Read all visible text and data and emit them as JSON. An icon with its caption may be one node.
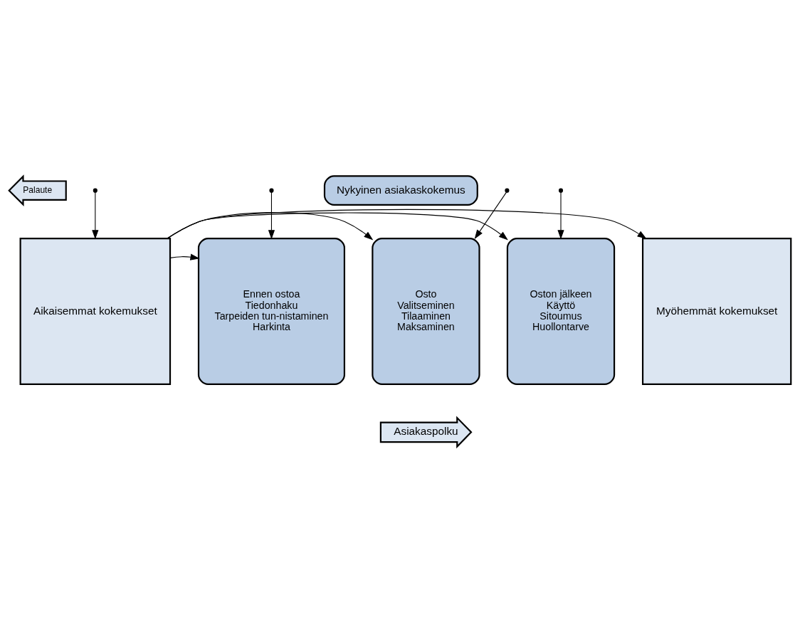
{
  "diagram": {
    "nodes": [
      {
        "text": [
          "Palaute"
        ]
      },
      {
        "text": [
          "Nykyinen asiakaskokemus"
        ]
      },
      {
        "text": [
          "Aikaisemmat kokemukset"
        ]
      },
      {
        "text": [
          "Ennen ostoa",
          "Tiedonhaku",
          "Tarpeiden tun-nistaminen",
          "Harkinta"
        ]
      },
      {
        "text": [
          "Osto",
          "Valitseminen",
          "Tilaaminen",
          "Maksaminen"
        ]
      },
      {
        "text": [
          "Oston jälkeen",
          "Käyttö",
          "Sitoumus",
          "Huollontarve"
        ]
      },
      {
        "text": [
          "Myöhemmät kokemukset"
        ]
      },
      {
        "text": [
          "Asiakaspolku"
        ]
      }
    ],
    "edges": [
      {
        "from": null,
        "to": 2,
        "arrow": "to"
      },
      {
        "from": null,
        "to": 3,
        "arrow": "to"
      },
      {
        "from": null,
        "to": 4,
        "arrow": "to"
      },
      {
        "from": null,
        "to": 5,
        "arrow": "to"
      },
      {
        "from": 2,
        "to": 6,
        "arrow": "to"
      },
      {
        "from": 2,
        "to": 3,
        "arrow": "to"
      },
      {
        "from": 2,
        "to": 4,
        "arrow": "to"
      },
      {
        "from": 2,
        "to": 5,
        "arrow": "to"
      }
    ]
  }
}
